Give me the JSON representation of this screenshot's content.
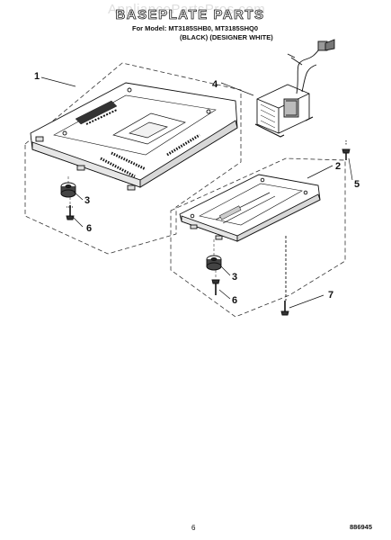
{
  "watermark": "AppliancePartsPros.com",
  "header": {
    "title": "BASEPLATE PARTS",
    "models_line": "For Model: MT3185SHB0, MT3185SHQ0",
    "colors_line": "(BLACK) (DESIGNER WHITE)"
  },
  "callouts": {
    "c1": "1",
    "c2": "2",
    "c3a": "3",
    "c3b": "3",
    "c4": "4",
    "c5": "5",
    "c6a": "6",
    "c6b": "6",
    "c7": "7"
  },
  "footer": {
    "page_number": "6",
    "diagram_code": "886945"
  }
}
